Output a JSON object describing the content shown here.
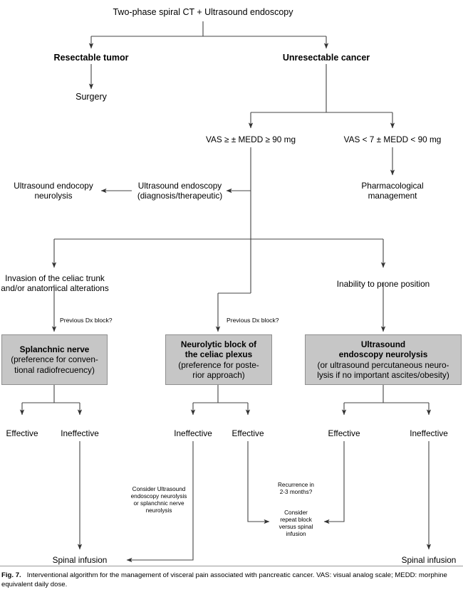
{
  "figure": {
    "number": "Fig. 7.",
    "caption": "Interventional algorithm for the management of visceral pain associated with pancreatic cancer. VAS: visual analog scale; MEDD: morphine equivalent daily dose."
  },
  "colors": {
    "box_fill": "#c6c6c6",
    "box_border": "#8f8f8f",
    "line": "#444444",
    "text": "#000000"
  },
  "nodes": {
    "root": "Two-phase spiral CT + Ultrasound endoscopy",
    "resectable": "Resectable tumor",
    "unresectable": "Unresectable cancer",
    "surgery": "Surgery",
    "vas_high": "VAS ≥ ± MEDD ≥ 90 mg",
    "vas_low": "VAS < 7 ± MEDD < 90 mg",
    "us_endoscopy_diag_l1": "Ultrasound endoscopy",
    "us_endoscopy_diag_l2": "(diagnosis/therapeutic)",
    "us_endocopy_neuro_l1": "Ultrasound endocopy",
    "us_endocopy_neuro_l2": "neurolysis",
    "pharm_l1": "Pharmacological",
    "pharm_l2": "management",
    "invasion_l1": "Invasion of the celiac trunk",
    "invasion_l2": "and/or anatomical alterations",
    "inability": "Inability to prone position",
    "prev_dx_left": "Previous Dx block?",
    "prev_dx_mid": "Previous Dx block?"
  },
  "boxes": [
    {
      "id": "splanchnic",
      "title": "Splanchnic nerve",
      "lines": [
        "(preference for conven-",
        "tional radiofrecuency)"
      ]
    },
    {
      "id": "neurolytic",
      "title_lines": [
        "Neurolytic block of",
        "the celiac plexus"
      ],
      "lines": [
        "(preference for poste-",
        "rior approach)"
      ]
    },
    {
      "id": "us-neurolysis",
      "title_lines": [
        "Ultrasound",
        "endoscopy neurolysis"
      ],
      "lines": [
        "(or ultrasound percutaneous neuro-",
        "lysis if no important ascites/obesity)"
      ]
    }
  ],
  "outcomes": {
    "b1_left": "Effective",
    "b1_right": "Ineffective",
    "b2_left": "Ineffective",
    "b2_right": "Effective",
    "b3_left": "Effective",
    "b3_right": "Ineffective"
  },
  "notes": {
    "consider_us_l1": "Consider Ultrasound",
    "consider_us_l2": "endoscopy neurolysis",
    "consider_us_l3": "or splanchnic nerve",
    "consider_us_l4": "neurolysis",
    "recurrence_l1": "Recurrence in",
    "recurrence_l2": "2-3 months?",
    "repeat_l1": "Consider",
    "repeat_l2": "repeat block",
    "repeat_l3": "versus spinal",
    "repeat_l4": "infusion"
  },
  "terminals": {
    "spinal_left": "Spinal infusion",
    "spinal_right": "Spinal infusion"
  }
}
